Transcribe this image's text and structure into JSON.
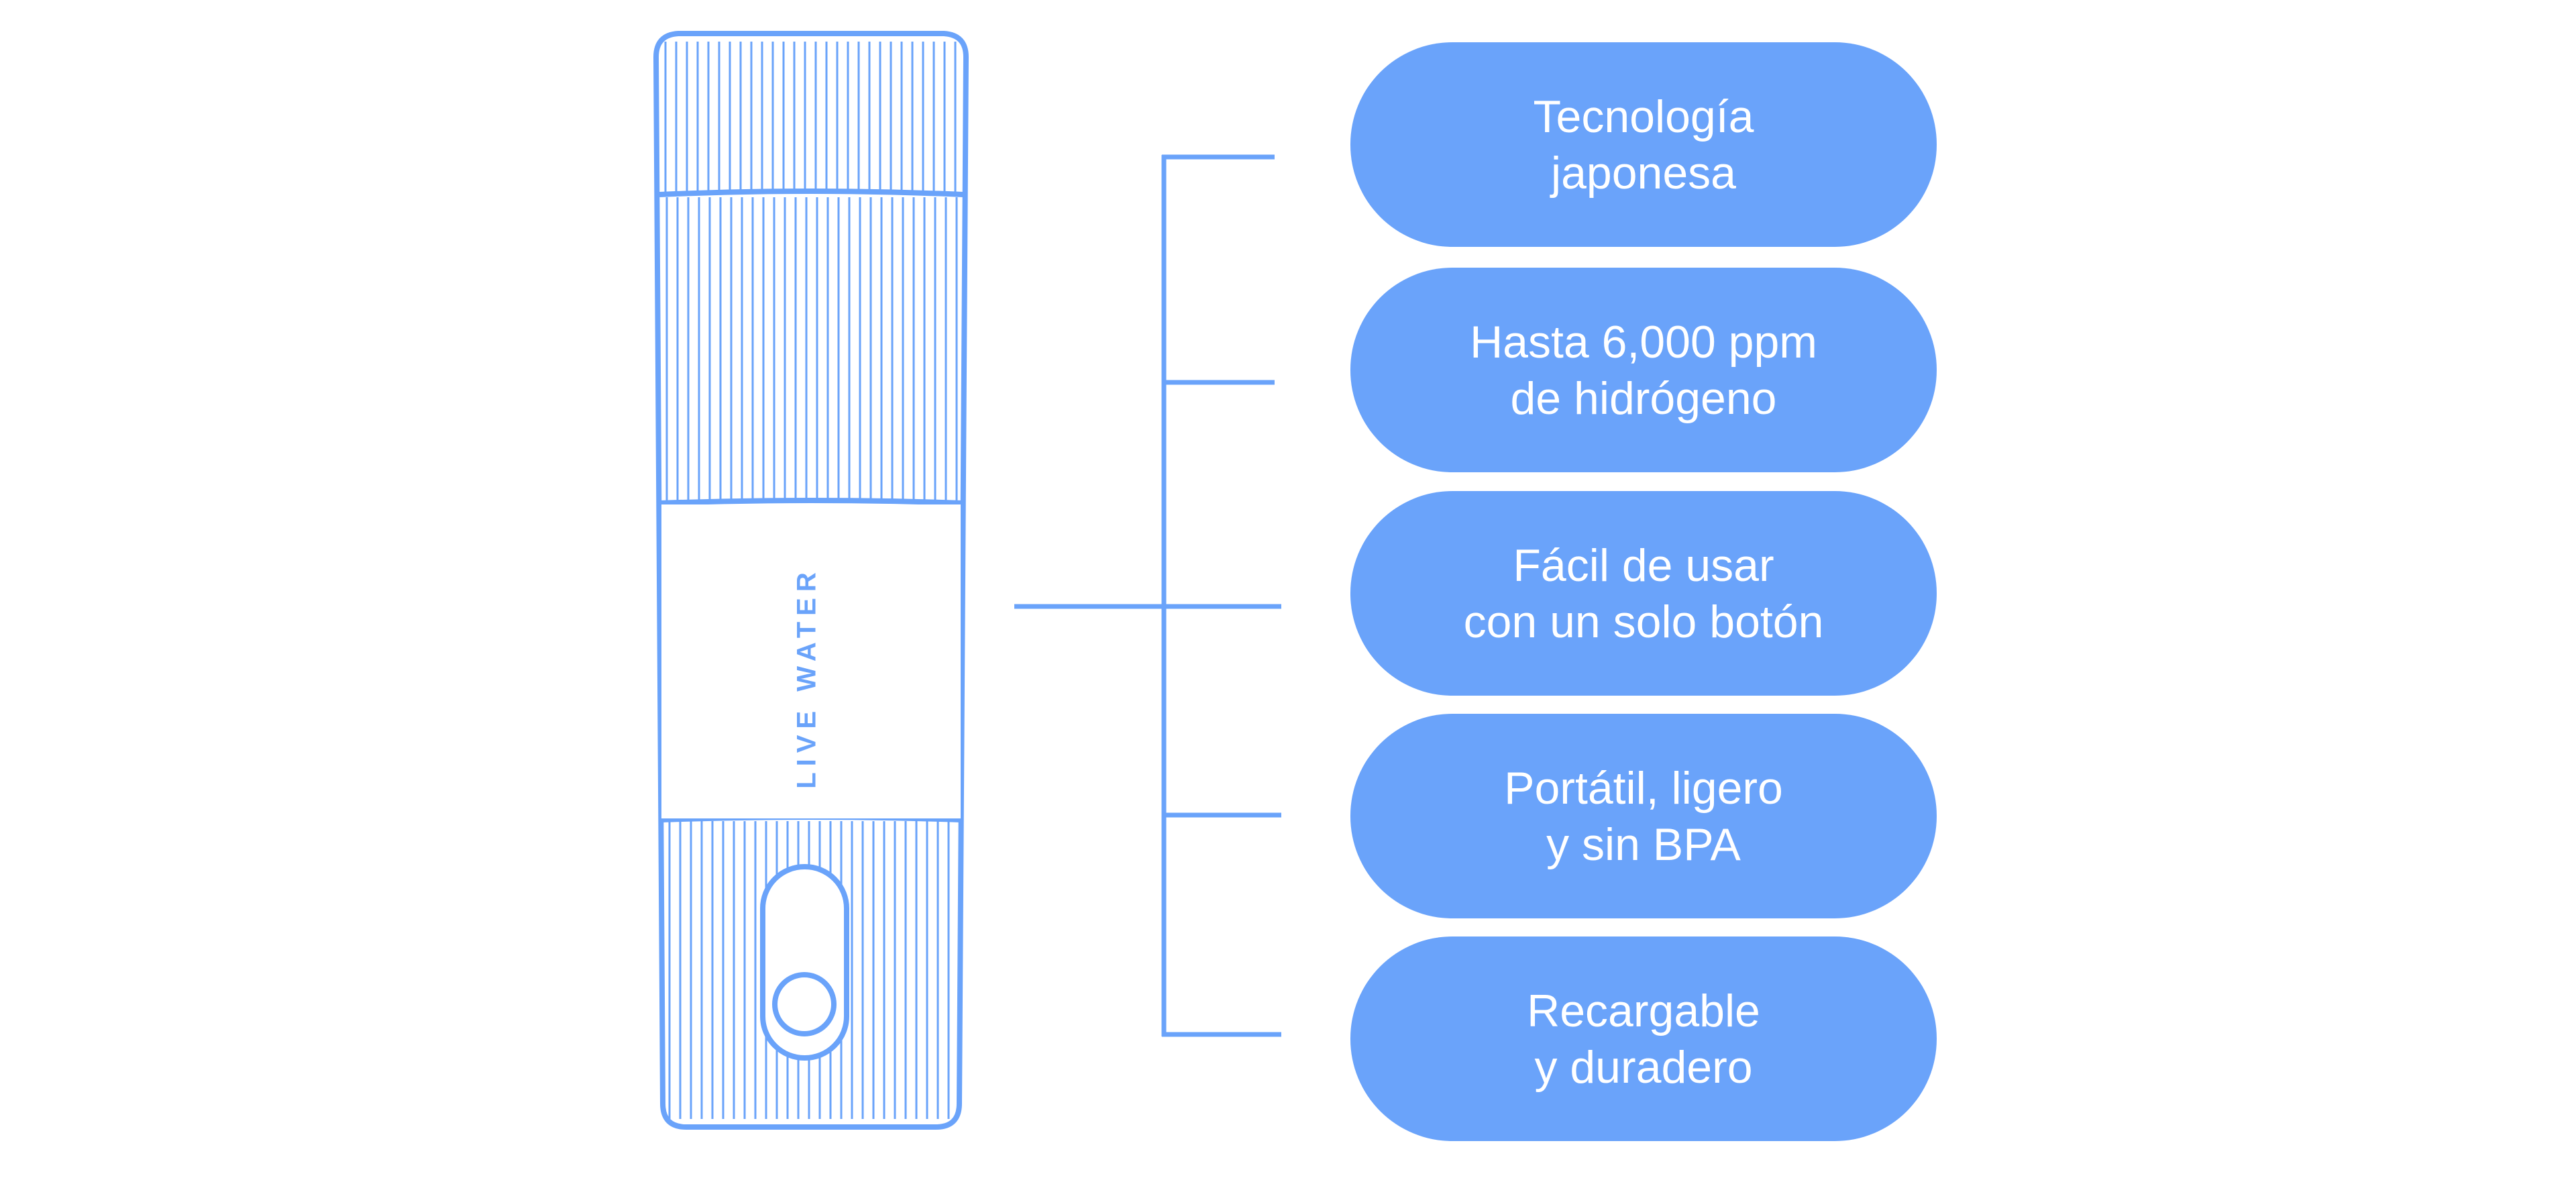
{
  "colors": {
    "accent": "#6aa3fa",
    "pill_text": "#ffffff",
    "background": "#ffffff"
  },
  "bottle": {
    "brand_text": "LIVE WATER"
  },
  "features": [
    {
      "lines": [
        "Tecnología",
        "japonesa"
      ]
    },
    {
      "lines": [
        "Hasta 6,000 ppm",
        "de hidrógeno"
      ]
    },
    {
      "lines": [
        "Fácil de usar",
        "con un solo botón"
      ]
    },
    {
      "lines": [
        "Portátil, ligero",
        "y sin BPA"
      ]
    },
    {
      "lines": [
        "Recargable",
        "y duradero"
      ]
    }
  ]
}
